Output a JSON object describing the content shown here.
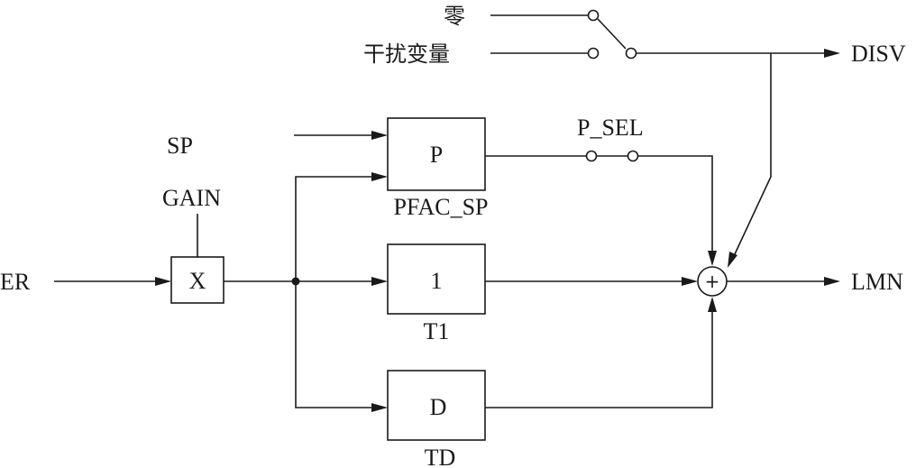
{
  "inputs": {
    "zero": "零",
    "disturbance": "干扰变量",
    "sp": "SP",
    "gain": "GAIN",
    "er": "ER"
  },
  "blocks": {
    "multiplier": "X",
    "p_block": "P",
    "p_block_param": "PFAC_SP",
    "i_block": "1",
    "i_block_param": "T1",
    "d_block": "D",
    "d_block_param": "TD"
  },
  "switch_label": "P_SEL",
  "summer_symbol": "+",
  "outputs": {
    "disv": "DISV",
    "lmn": "LMN"
  }
}
